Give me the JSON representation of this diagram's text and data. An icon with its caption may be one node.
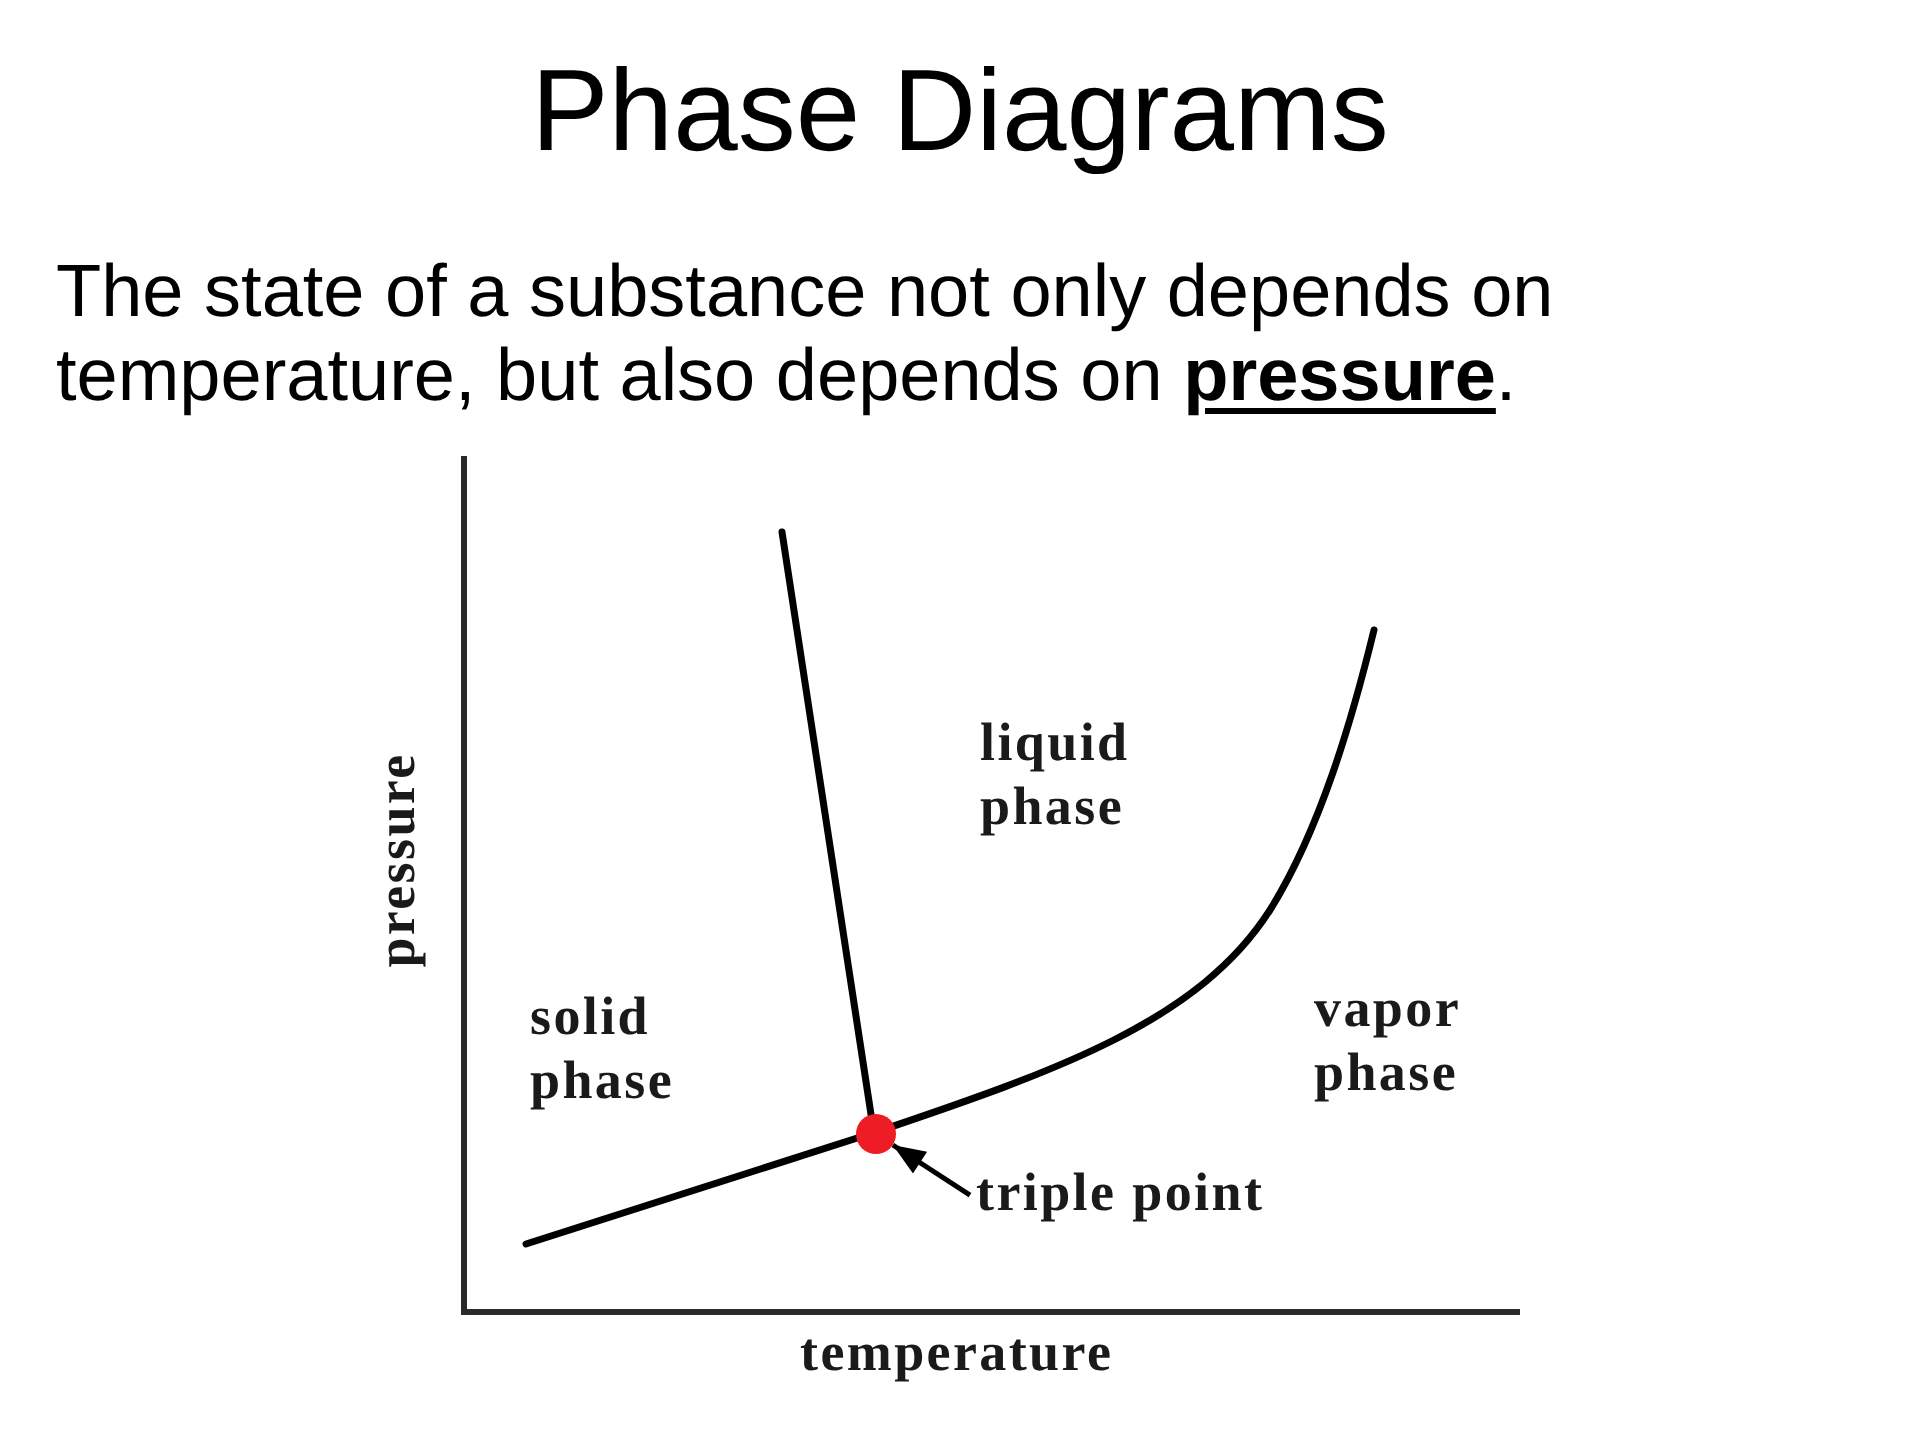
{
  "diagram": {
    "title": "Phase Diagrams",
    "nodes": [
      {
        "text": [
          "triple point"
        ]
      },
      {
        "text": [],
        "shape": "circle"
      }
    ],
    "edges": [
      {
        "from": 0,
        "to": 1,
        "arrow": "to"
      }
    ],
    "labels": [
      "The state of a substance not only depends on temperature, but also depends on **pressure**.",
      "liquid phase",
      "pressure",
      "vapor phase",
      "solid phase",
      "temperature"
    ]
  }
}
